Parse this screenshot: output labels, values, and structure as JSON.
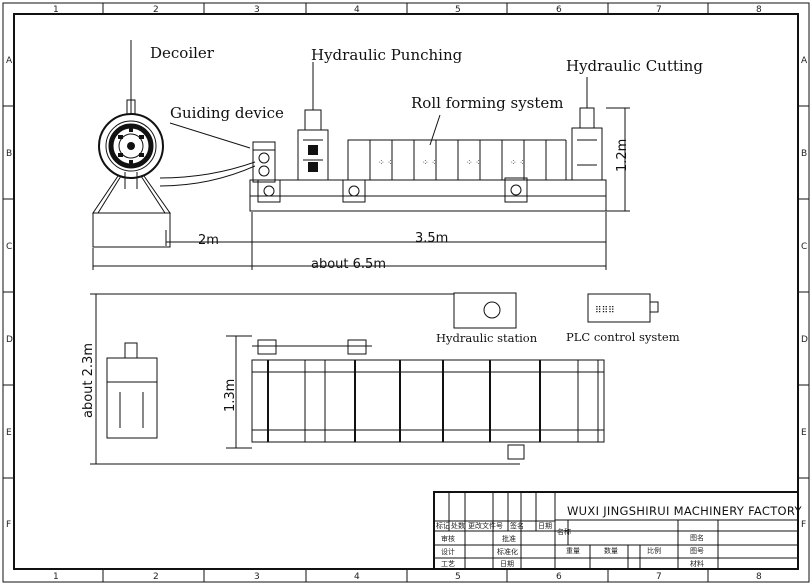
{
  "grid": {
    "cols": [
      "1",
      "2",
      "3",
      "4",
      "5",
      "6",
      "7",
      "8"
    ],
    "rows": [
      "A",
      "B",
      "C",
      "D",
      "E",
      "F"
    ]
  },
  "labels": {
    "decoiler": "Decoiler",
    "guiding_device": "Guiding device",
    "hydraulic_punching": "Hydraulic Punching",
    "roll_forming_system": "Roll forming system",
    "hydraulic_cutting": "Hydraulic Cutting",
    "hydraulic_station": "Hydraulic station",
    "plc_control_system": "PLC control system"
  },
  "dimensions": {
    "d_2m": "2m",
    "d_3_5m": "3.5m",
    "d_about_6_5m": "about 6.5m",
    "d_1_2m": "1.2m",
    "d_about_2_3m": "about 2.3m",
    "d_1_3m": "1.3m"
  },
  "title_block": {
    "company": "WUXI JINGSHIRUI MACHINERY FACTORY",
    "header_cells": [
      "标记",
      "处数",
      "更改文件号",
      "签名",
      "日期"
    ],
    "name_label": "名称",
    "review": "审核",
    "approve": "批准",
    "design": "设计",
    "standardize": "标准化",
    "process": "工艺",
    "date": "日期",
    "weight": "重量",
    "quantity": "数量",
    "scale": "比例",
    "drawing_name": "图名",
    "drawing_no": "图号",
    "material": "材料"
  }
}
